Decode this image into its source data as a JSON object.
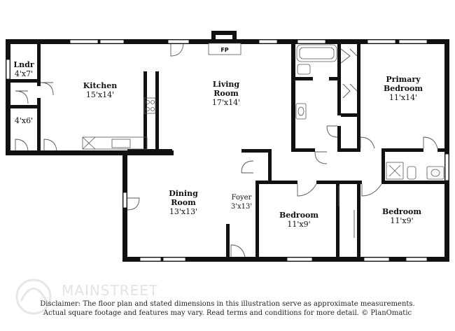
{
  "rooms": {
    "laundry": {
      "name": "Lndr",
      "dims": "4'x7'"
    },
    "closet": {
      "name": "",
      "dims": "4'x6'"
    },
    "kitchen": {
      "name": "Kitchen",
      "dims": "15'x14'"
    },
    "living": {
      "name1": "Living",
      "name2": "Room",
      "dims": "17'x14'"
    },
    "primary": {
      "name1": "Primary",
      "name2": "Bedroom",
      "dims": "11'x14'"
    },
    "dining": {
      "name1": "Dining",
      "name2": "Room",
      "dims": "13'x13'"
    },
    "foyer": {
      "name": "Foyer",
      "dims": "3'x13'"
    },
    "bedroom2": {
      "name": "Bedroom",
      "dims": "11'x9'"
    },
    "bedroom3": {
      "name": "Bedroom",
      "dims": "11'x9'"
    }
  },
  "fireplace": "FP",
  "watermark": "MAINSTREET",
  "disclaimer": {
    "line1": "Disclaimer: The floor plan and stated dimensions in this illustration serve as approximate measurements.",
    "line2": "Actual square footage and features may vary. Read terms and conditions for more detail. © PlanOmatic"
  },
  "colors": {
    "wall": "#111111",
    "window": "#ffffff",
    "fixture": "#555555"
  }
}
